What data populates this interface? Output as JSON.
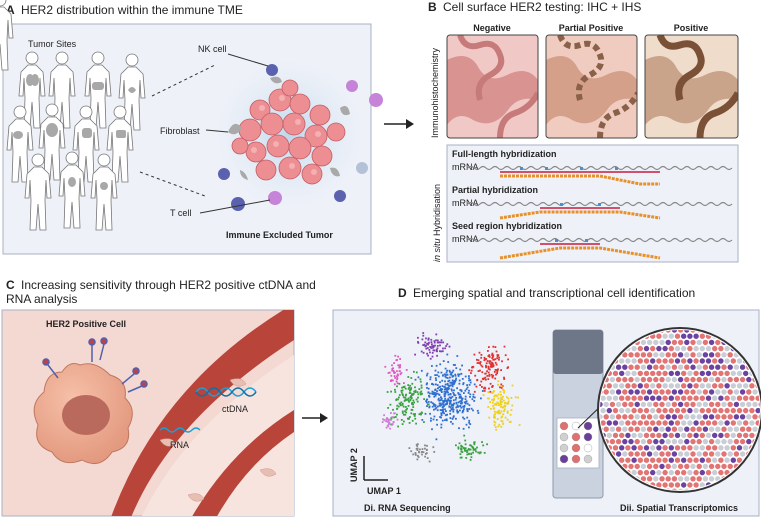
{
  "panel_a": {
    "letter": "A",
    "title": "HER2 distribution within the immune TME",
    "tumor_sites": "Tumor Sites",
    "nk_cell": "NK cell",
    "fibroblast": "Fibroblast",
    "t_cell": "T cell",
    "tumor_label": "Immune Excluded Tumor"
  },
  "panel_b": {
    "letter": "B",
    "title": "Cell surface HER2 testing: IHC + IHS",
    "col_negative": "Negative",
    "col_partial": "Partial Positive",
    "col_positive": "Positive",
    "ihc_label": "Immunohistochemistry",
    "ish_label_italic": "in situ",
    "ish_label_rest": " Hybridisation",
    "full_length": "Full-length hybridization",
    "partial": "Partial hybridization",
    "seed": "Seed region hybridization",
    "mrna": "mRNA"
  },
  "panel_c": {
    "letter": "C",
    "title_line1": "Increasing sensitivity through HER2 positive ctDNA and",
    "title_line2": "RNA analysis",
    "cell_label": "HER2 Positive Cell",
    "ctdna": "ctDNA",
    "rna": "RNA"
  },
  "panel_d": {
    "letter": "D",
    "title": "Emerging spatial and transcriptional cell identification",
    "umap2": "UMAP 2",
    "umap1": "UMAP 1",
    "di_label": "Di. RNA Sequencing",
    "dii_label": "Dii. Spatial Transcriptomics"
  },
  "colors": {
    "panel_bg": "#eef1f8",
    "tumor_pink": "#e98a8f",
    "vessel_red": "#b8443a",
    "nk_purple": "#5a62b0",
    "tcell_violet": "#c584d8",
    "dna_blue": "#1aa0d8",
    "umap_blue": "#2f6fd0",
    "umap_red": "#e03030",
    "umap_yellow": "#f0d010",
    "umap_green": "#3aa040",
    "umap_purple": "#8040b0"
  }
}
